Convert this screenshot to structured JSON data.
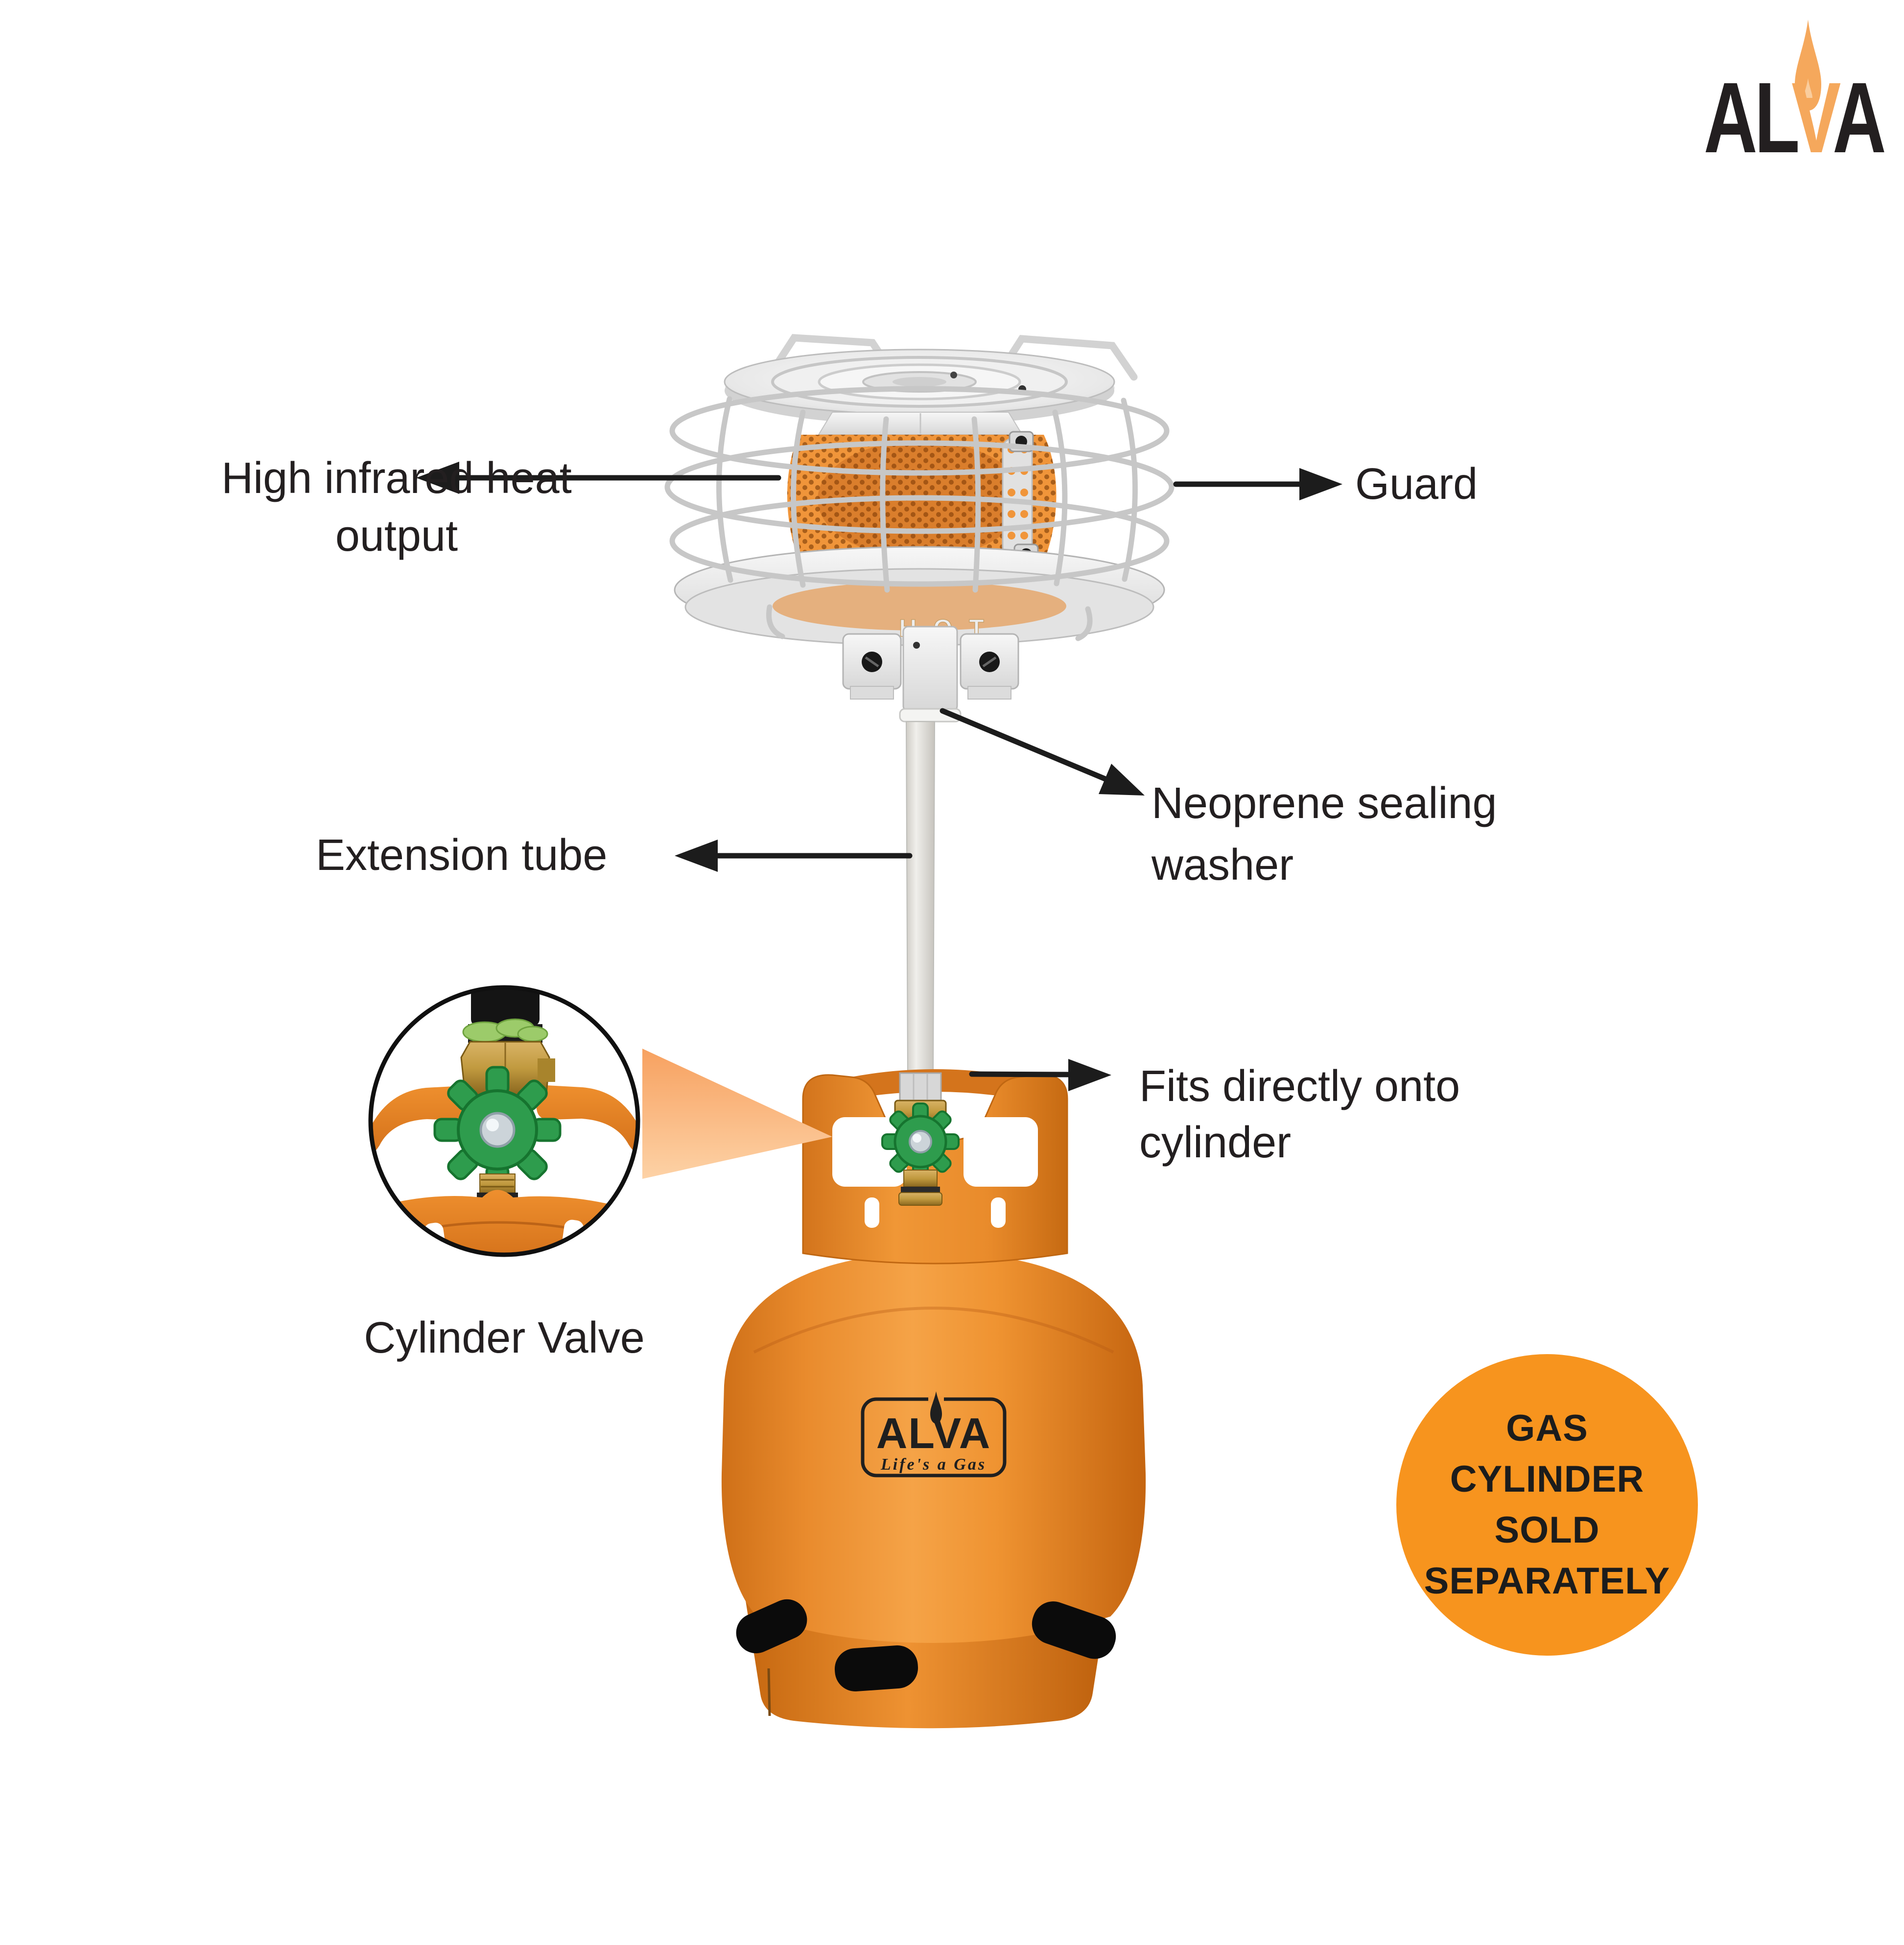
{
  "brand": {
    "logo_pre": "AL",
    "logo_flame_letter": "V",
    "logo_post": "A"
  },
  "labels": {
    "high_infrared": {
      "line1": "High infrared heat",
      "line2": "output"
    },
    "guard": "Guard",
    "extension_tube": "Extension tube",
    "neoprene": {
      "line1": "Neoprene sealing",
      "line2": "washer"
    },
    "fits": {
      "line1": "Fits directly onto",
      "line2": "cylinder"
    },
    "cylinder_valve": "Cylinder Valve"
  },
  "badge": {
    "line1": "GAS",
    "line2": "CYLINDER",
    "line3": "SOLD",
    "line4": "SEPARATELY"
  },
  "product": {
    "hot_marking": "HOT",
    "cylinder_logo_word": "ALVA",
    "cylinder_logo_tagline": "Life's a Gas"
  },
  "colors": {
    "brand_orange": "#F5A85C",
    "badge_orange": "#F7941E",
    "cylinder_orange": "#EE8F2E",
    "mesh_orange": "#F0953A",
    "valve_green": "#2E9C4D",
    "text_dark": "#231F20"
  }
}
